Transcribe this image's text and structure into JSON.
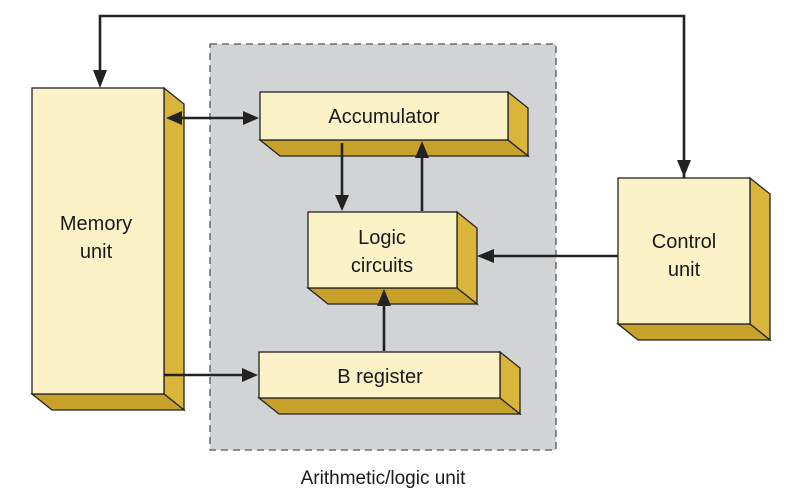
{
  "diagram": {
    "alu_label": "Arithmetic/logic unit",
    "blocks": {
      "memory_line1": "Memory",
      "memory_line2": "unit",
      "accumulator": "Accumulator",
      "logic_line1": "Logic",
      "logic_line2": "circuits",
      "b_register": "B register",
      "control_line1": "Control",
      "control_line2": "unit"
    },
    "colors": {
      "block_face": "#fbf2c8",
      "block_side": "#d9b53c",
      "alu_background": "#d1d3d4",
      "line": "#222222"
    }
  }
}
